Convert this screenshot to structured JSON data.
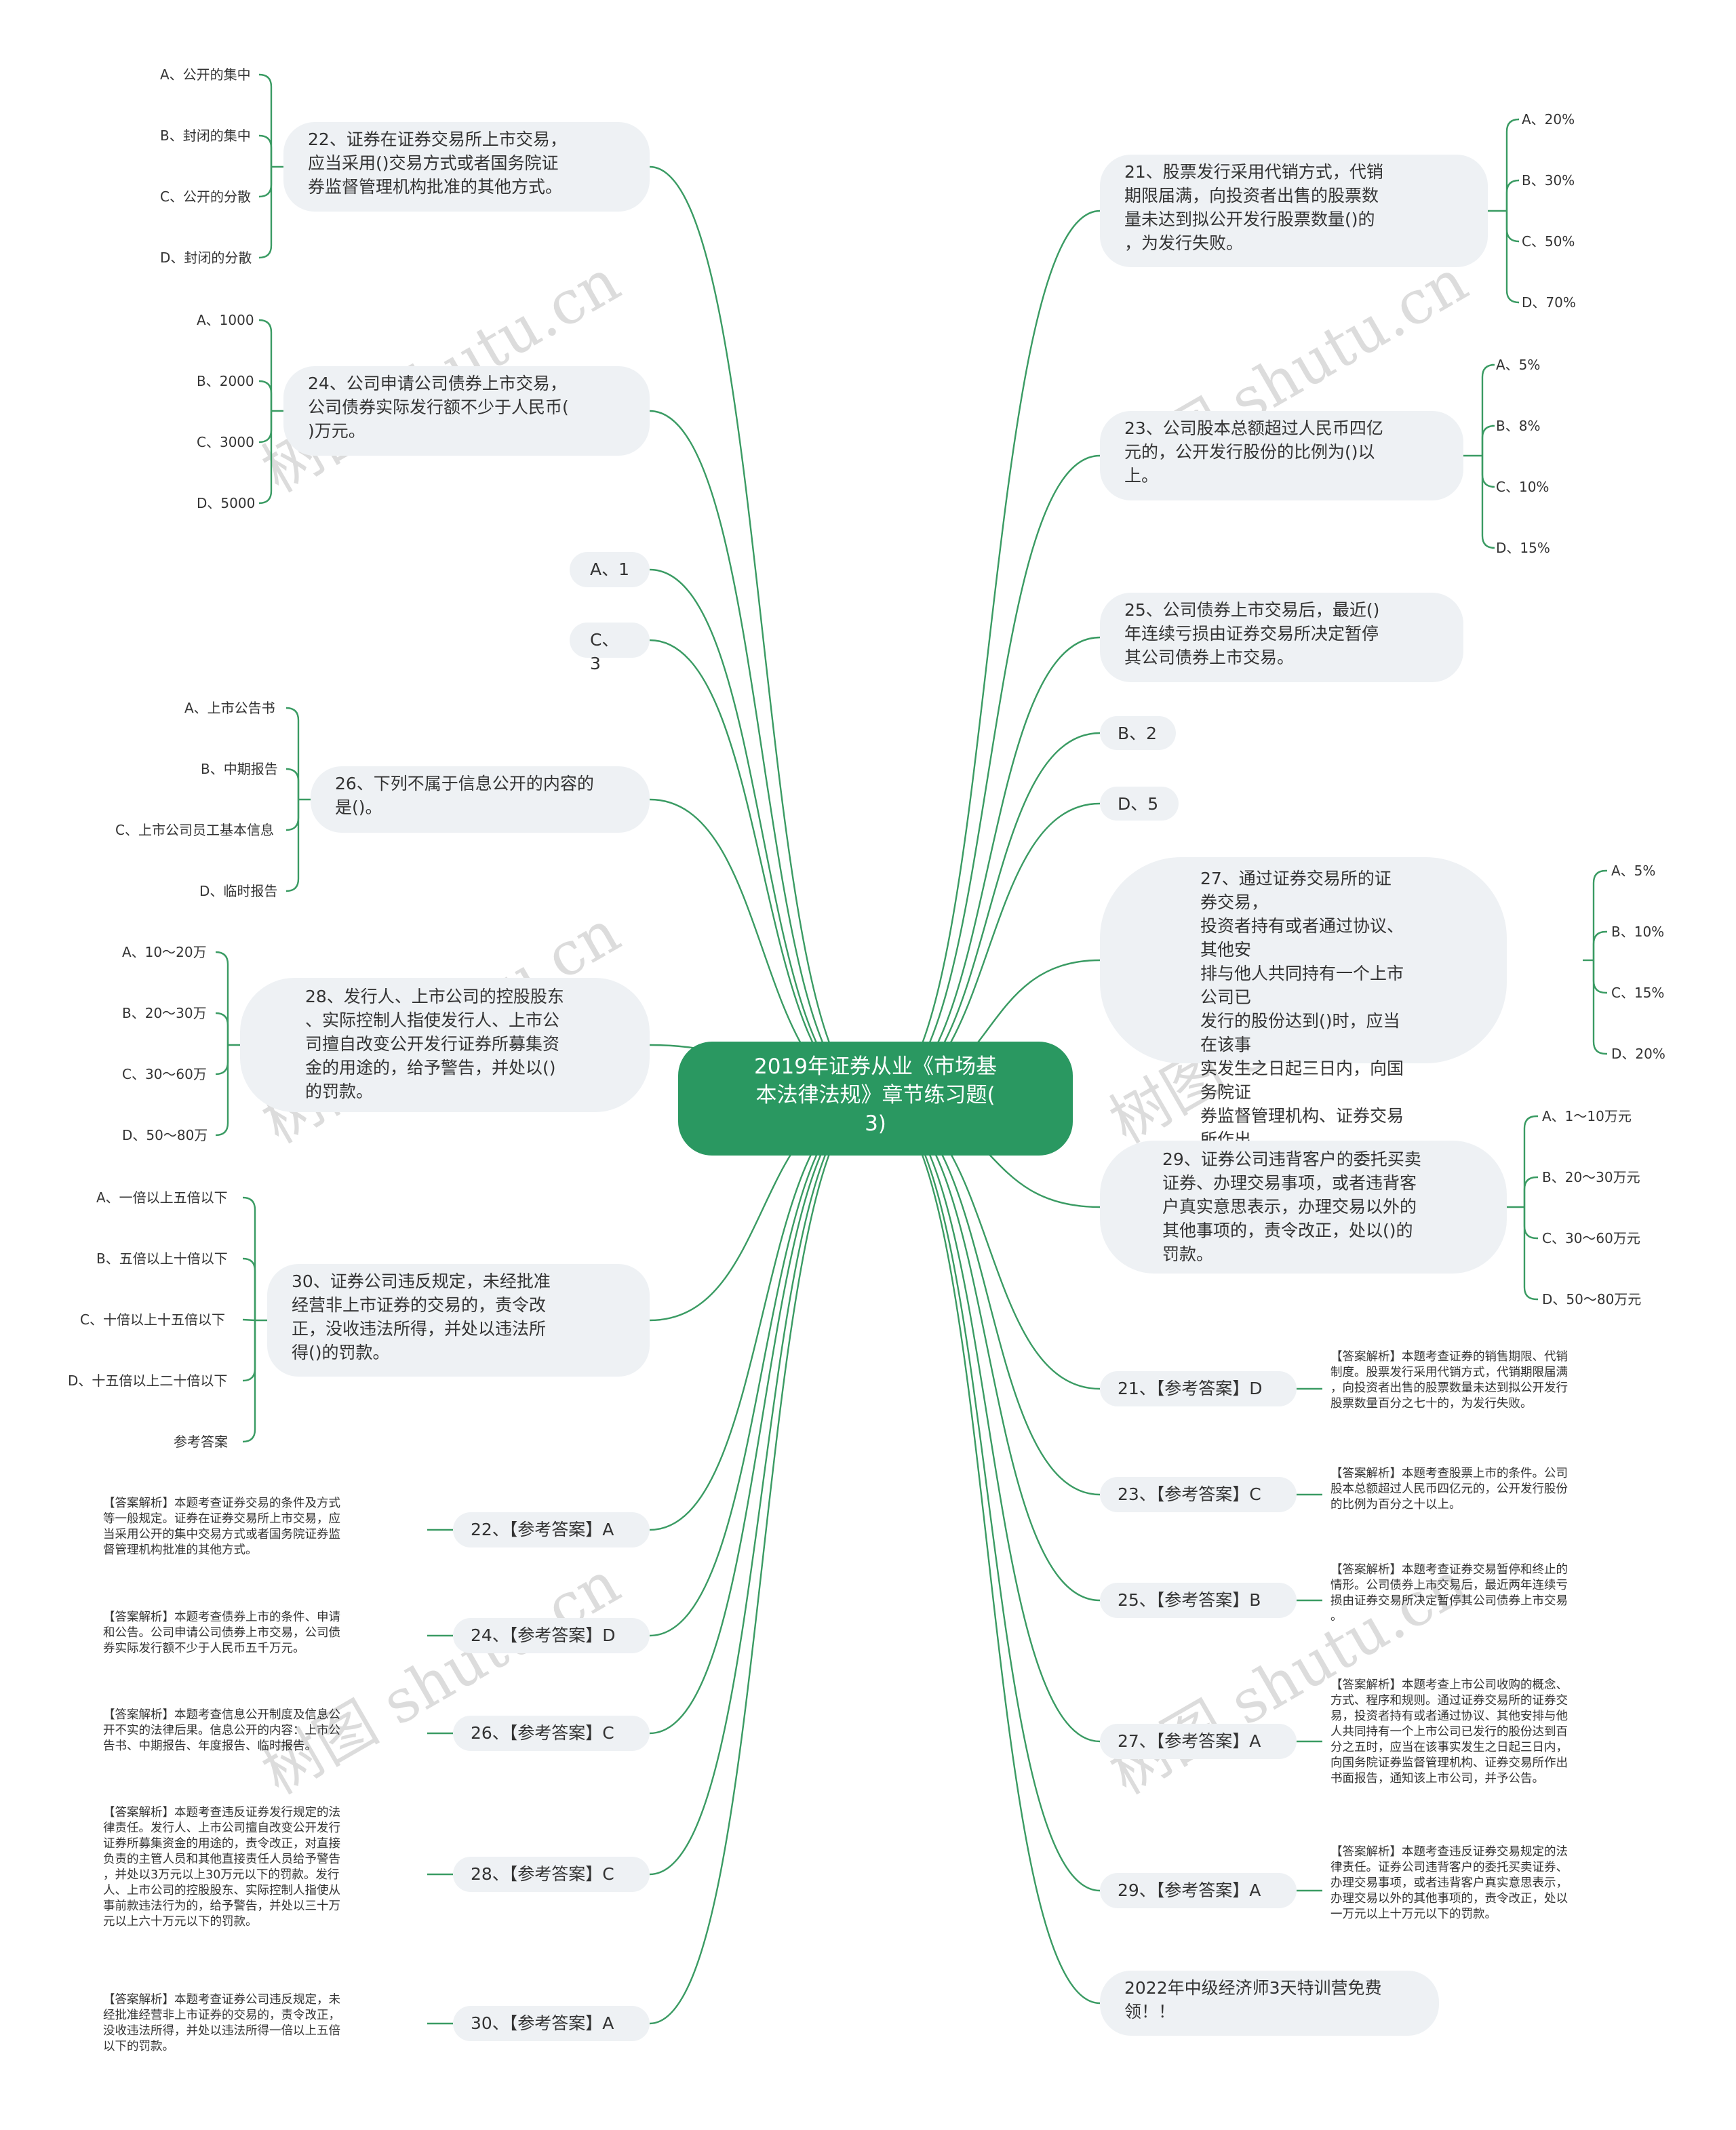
{
  "watermark": "树图 shutu.cn",
  "center_title": "2019年证券从业《市场基\n本法律法规》章节练习题(\n3)",
  "right": {
    "q21": "21、股票发行采用代销方式，代销\n期限届满，向投资者出售的股票数\n量未达到拟公开发行股票数量()的\n，为发行失败。",
    "q21_opts": [
      "A、20%",
      "B、30%",
      "C、50%",
      "D、70%"
    ],
    "q23": "23、公司股本总额超过人民币四亿\n元的，公开发行股份的比例为()以\n上。",
    "q23_opts": [
      "A、5%",
      "B、8%",
      "C、10%",
      "D、15%"
    ],
    "q25": "25、公司债券上市交易后，最近()\n年连续亏损由证券交易所决定暂停\n其公司债券上市交易。",
    "b2": "B、2",
    "d5": "D、5",
    "q27": "27、通过证券交易所的证券交易，\n投资者持有或者通过协议、其他安\n排与他人共同持有一个上市公司已\n发行的股份达到()时，应当在该事\n实发生之日起三日内，向国务院证\n券监督管理机构、证券交易所作出\n书面报告，通知该上市公司，并予\n公告。",
    "q27_opts": [
      "A、5%",
      "B、10%",
      "C、15%",
      "D、20%"
    ],
    "q29": "29、证券公司违背客户的委托买卖\n证券、办理交易事项，或者违背客\n户真实意思表示，办理交易以外的\n其他事项的，责令改正，处以()的\n罚款。",
    "q29_opts": [
      "A、1～10万元",
      "B、20～30万元",
      "C、30～60万元",
      "D、50～80万元"
    ],
    "a21": "21、【参考答案】D",
    "a21_note": "【答案解析】本题考查证券的销售期限、代销\n制度。股票发行采用代销方式，代销期限届满\n，向投资者出售的股票数量未达到拟公开发行\n股票数量百分之七十的，为发行失败。",
    "a23": "23、【参考答案】C",
    "a23_note": "【答案解析】本题考查股票上市的条件。公司\n股本总额超过人民币四亿元的，公开发行股份\n的比例为百分之十以上。",
    "a25": "25、【参考答案】B",
    "a25_note": "【答案解析】本题考查证券交易暂停和终止的\n情形。公司债券上市交易后，最近两年连续亏\n损由证券交易所决定暂停其公司债券上市交易\n。",
    "a27": "27、【参考答案】A",
    "a27_note": "【答案解析】本题考查上市公司收购的概念、\n方式、程序和规则。通过证券交易所的证券交\n易，投资者持有或者通过协议、其他安排与他\n人共同持有一个上市公司已发行的股份达到百\n分之五时，应当在该事实发生之日起三日内，\n向国务院证券监督管理机构、证券交易所作出\n书面报告，通知该上市公司，并予公告。",
    "a29": "29、【参考答案】A",
    "a29_note": "【答案解析】本题考查违反证券交易规定的法\n律责任。证券公司违背客户的委托买卖证券、\n办理交易事项，或者违背客户真实意思表示，\n办理交易以外的其他事项的，责令改正，处以\n一万元以上十万元以下的罚款。",
    "promo": "2022年中级经济师3天特训营免费\n领！！"
  },
  "left": {
    "q22": "22、证券在证券交易所上市交易，\n应当采用()交易方式或者国务院证\n券监督管理机构批准的其他方式。",
    "q22_opts": [
      "A、公开的集中",
      "B、封闭的集中",
      "C、公开的分散",
      "D、封闭的分散"
    ],
    "q24": "24、公司申请公司债券上市交易，\n公司债券实际发行额不少于人民币(\n)万元。",
    "q24_opts": [
      "A、1000",
      "B、2000",
      "C、3000",
      "D、5000"
    ],
    "a1": "A、1",
    "c3": "C、3",
    "q26": "26、下列不属于信息公开的内容的\n是()。",
    "q26_opts": [
      "A、上市公告书",
      "B、中期报告",
      "C、上市公司员工基本信息",
      "D、临时报告"
    ],
    "q28": "28、发行人、上市公司的控股股东\n、实际控制人指使发行人、上市公\n司擅自改变公开发行证券所募集资\n金的用途的，给予警告，并处以()\n的罚款。",
    "q28_opts": [
      "A、10～20万",
      "B、20～30万",
      "C、30～60万",
      "D、50～80万"
    ],
    "q30": "30、证券公司违反规定，未经批准\n经营非上市证券的交易的，责令改\n正，没收违法所得，并处以违法所\n得()的罚款。",
    "q30_opts": [
      "A、一倍以上五倍以下",
      "B、五倍以上十倍以下",
      "C、十倍以上十五倍以下",
      "D、十五倍以上二十倍以下",
      "参考答案"
    ],
    "a22": "22、【参考答案】A",
    "a22_note": "【答案解析】本题考查证券交易的条件及方式\n等一般规定。证券在证券交易所上市交易，应\n当采用公开的集中交易方式或者国务院证券监\n督管理机构批准的其他方式。",
    "a24": "24、【参考答案】D",
    "a24_note": "【答案解析】本题考查债券上市的条件、申请\n和公告。公司申请公司债券上市交易，公司债\n券实际发行额不少于人民币五千万元。",
    "a26": "26、【参考答案】C",
    "a26_note": "【答案解析】本题考查信息公开制度及信息公\n开不实的法律后果。信息公开的内容：上市公\n告书、中期报告、年度报告、临时报告。",
    "a28": "28、【参考答案】C",
    "a28_note": "【答案解析】本题考查违反证券发行规定的法\n律责任。发行人、上市公司擅自改变公开发行\n证券所募集资金的用途的，责令改正，对直接\n负责的主管人员和其他直接责任人员给予警告\n，并处以3万元以上30万元以下的罚款。发行\n人、上市公司的控股股东、实际控制人指使从\n事前款违法行为的，给予警告，并处以三十万\n元以上六十万元以下的罚款。",
    "a30": "30、【参考答案】A",
    "a30_note": "【答案解析】本题考查证券公司违反规定，未\n经批准经营非上市证券的交易的，责令改正，\n没收违法所得，并处以违法所得一倍以上五倍\n以下的罚款。"
  }
}
